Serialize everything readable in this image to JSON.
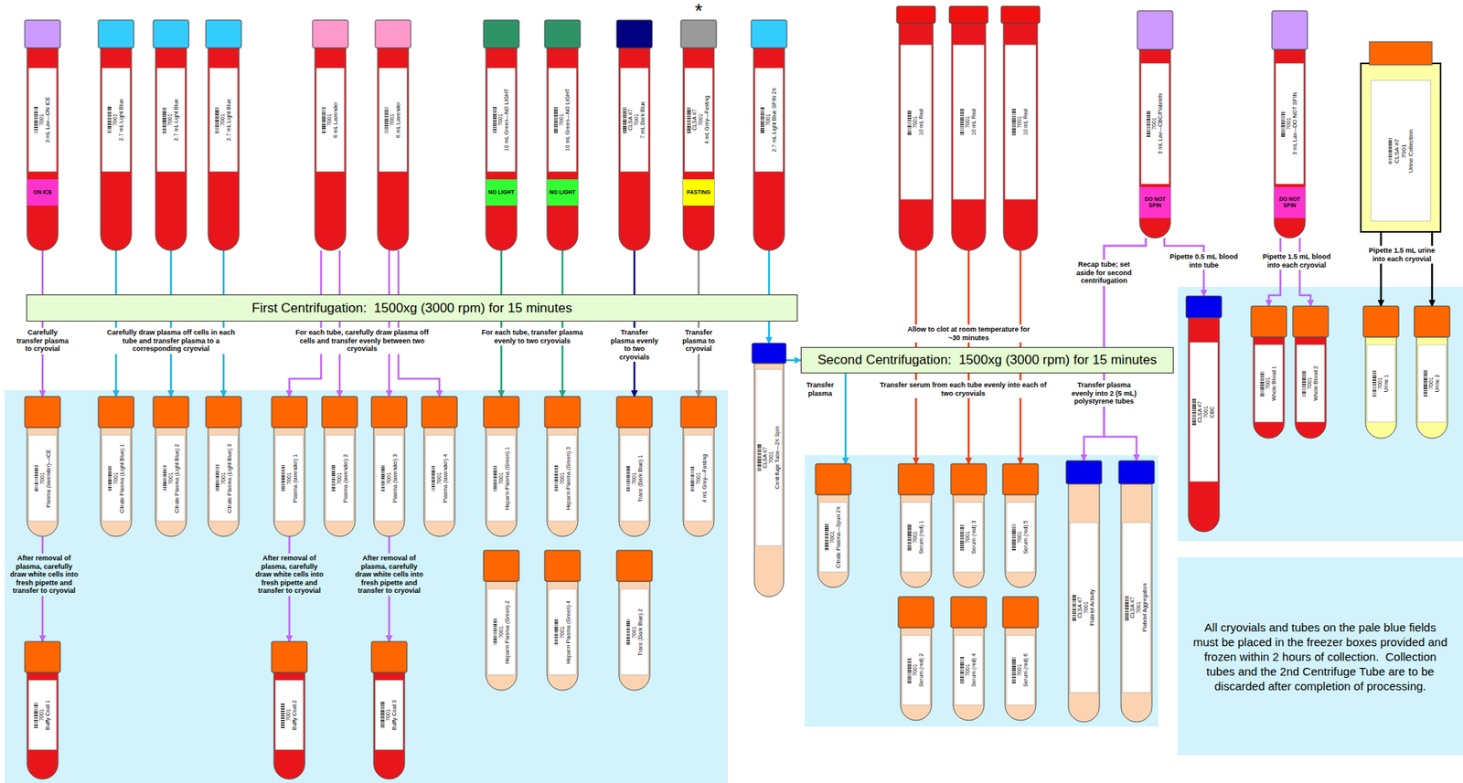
{
  "diagram": {
    "nodes": [
      {
        "text": [
          "7001",
          "3 mL Lav—ON ICE",
          "ON ICE"
        ]
      },
      {
        "text": [
          "7001",
          "2.7 mL Light Blue"
        ]
      },
      {
        "text": [
          "7001",
          "2.7 mL Light Blue"
        ]
      },
      {
        "text": [
          "7001",
          "2.7 mL Light Blue"
        ]
      },
      {
        "text": [
          "7001",
          "6 mL Lavender"
        ]
      },
      {
        "text": [
          "7001",
          "6 mL Lavender"
        ]
      },
      {
        "text": [
          "7001",
          "10 mL Green—NO LIGHT",
          "NO LIGHT"
        ]
      },
      {
        "text": [
          "7001",
          "10 mL Green—NO LIGHT",
          "NO LIGHT"
        ]
      },
      {
        "text": [
          "CLSA #7",
          "7001",
          "7 mL Dark Blue"
        ]
      },
      {
        "text": [
          "CLSA #7",
          "7001",
          "4 mL Grey—Fasting",
          "FASTING"
        ]
      },
      {
        "text": [
          "7001",
          "2.7 mL Light Blue SPIN 2X"
        ]
      },
      {
        "text": [
          "7001",
          "10 mL Red"
        ]
      },
      {
        "text": [
          "7001",
          "10 mL Red"
        ]
      },
      {
        "text": [
          "7001",
          "10 mL Red"
        ]
      },
      {
        "text": [
          "7001",
          "3 mL Lav—CBC/Platelets",
          "DO NOT SPIN"
        ]
      },
      {
        "text": [
          "7001",
          "3 mL Lav—DO NOT SPIN",
          "DO NOT SPIN"
        ]
      },
      {
        "text": [
          "CLSA #7",
          "7001",
          "Urine Collection"
        ]
      },
      {
        "text": [
          "First Centrifugation:  1500xg (3000 rpm) for 15 minutes"
        ]
      },
      {
        "text": [
          "CLSA #7",
          "7001",
          "Centrifuge Tube—2X Spin"
        ]
      },
      {
        "text": [
          "Second Centrifugation:  1500xg (3000 rpm) for 15 minutes"
        ]
      },
      {
        "text": [
          "7001",
          "Plasma (lavender)—ICE"
        ]
      },
      {
        "text": [
          "7001",
          "Citrate Plasma (Light Blue) 1"
        ]
      },
      {
        "text": [
          "7001",
          "Citrate Plasma (Light Blue) 2"
        ]
      },
      {
        "text": [
          "7001",
          "Citrate Plasma (Light Blue) 3"
        ]
      },
      {
        "text": [
          "7001",
          "Plasma (lavender) 1"
        ]
      },
      {
        "text": [
          "7001",
          "Plasma (lavender) 2"
        ]
      },
      {
        "text": [
          "7001",
          "Plasma (lavender) 3"
        ]
      },
      {
        "text": [
          "7001",
          "Plasma (lavender) 4"
        ]
      },
      {
        "text": [
          "7001",
          "Heparin Plasma (Green) 1"
        ]
      },
      {
        "text": [
          "7001",
          "Heparin Plasma (Green) 3"
        ]
      },
      {
        "text": [
          "7001",
          "Trace (Dark Blue) 1"
        ]
      },
      {
        "text": [
          "7001",
          "4 mL Grey—Fasting"
        ]
      },
      {
        "text": [
          "7001",
          "Heparin Plasma (Green) 2"
        ]
      },
      {
        "text": [
          "7001",
          "Heparin Plasma (Green) 4"
        ]
      },
      {
        "text": [
          "7001",
          "Trace (Dark Blue) 2"
        ]
      },
      {
        "text": [
          "7001",
          "Buffy Coat 1"
        ]
      },
      {
        "text": [
          "7001",
          "Buffy Coat 2"
        ]
      },
      {
        "text": [
          "7001",
          "Buffy Coat 3"
        ]
      },
      {
        "text": [
          "7001",
          "Citrate Plasma—Spun 2X"
        ]
      },
      {
        "text": [
          "7001",
          "Serum (red) 1"
        ]
      },
      {
        "text": [
          "7001",
          "Serum (red) 3"
        ]
      },
      {
        "text": [
          "7001",
          "Serum (red) 5"
        ]
      },
      {
        "text": [
          "CLSA #7",
          "7001",
          "Platelet Activity"
        ]
      },
      {
        "text": [
          "CLSA #7",
          "7001",
          "Platelet Aggregation"
        ]
      },
      {
        "text": [
          "7001",
          "Serum (red) 2"
        ]
      },
      {
        "text": [
          "7001",
          "Serum (red) 4"
        ]
      },
      {
        "text": [
          "7001",
          "Serum (red) 6"
        ]
      },
      {
        "text": [
          "CLSA #7",
          "7001",
          "CBC"
        ]
      },
      {
        "text": [
          "7001",
          "Whole Blood 1"
        ]
      },
      {
        "text": [
          "7001",
          "Whole Blood 2"
        ]
      },
      {
        "text": [
          "7001",
          "Urine 1"
        ]
      },
      {
        "text": [
          "7001",
          "Urine 2"
        ]
      },
      {
        "text": [
          "All cryovials and tubes on the pale blue fields must be placed in the freezer boxes provided and frozen within 2 hours of collection.  Collection tubes and the 2nd Centrifuge Tube are to be discarded after completion of processing."
        ]
      }
    ],
    "edges": [
      {
        "from": 0,
        "to": 20,
        "arrow": "to"
      },
      {
        "from": 1,
        "to": 21,
        "arrow": "to"
      },
      {
        "from": 2,
        "to": 22,
        "arrow": "to"
      },
      {
        "from": 3,
        "to": 23,
        "arrow": "to"
      },
      {
        "from": 4,
        "to": 24,
        "arrow": "to"
      },
      {
        "from": 4,
        "to": 25,
        "arrow": "to"
      },
      {
        "from": 5,
        "to": 26,
        "arrow": "to"
      },
      {
        "from": 5,
        "to": 27,
        "arrow": "to"
      },
      {
        "from": 6,
        "to": 28,
        "arrow": "to"
      },
      {
        "from": 7,
        "to": 29,
        "arrow": "to"
      },
      {
        "from": 8,
        "to": 30,
        "arrow": "to"
      },
      {
        "from": 9,
        "to": 31,
        "arrow": "to"
      },
      {
        "from": 10,
        "to": 18,
        "arrow": "to"
      },
      {
        "from": 20,
        "to": 35,
        "arrow": "to"
      },
      {
        "from": 24,
        "to": 36,
        "arrow": "to"
      },
      {
        "from": 26,
        "to": 37,
        "arrow": "to"
      },
      {
        "from": 18,
        "to": 19,
        "arrow": "to"
      },
      {
        "from": 19,
        "to": 38,
        "arrow": "to"
      },
      {
        "from": 11,
        "to": 39,
        "arrow": "to"
      },
      {
        "from": 12,
        "to": 40,
        "arrow": "to"
      },
      {
        "from": 13,
        "to": 41,
        "arrow": "to"
      },
      {
        "from": 14,
        "to": 47,
        "arrow": "to"
      },
      {
        "from": 14,
        "to": 42,
        "arrow": "to"
      },
      {
        "from": 14,
        "to": 43,
        "arrow": "to"
      },
      {
        "from": 15,
        "to": 48,
        "arrow": "to"
      },
      {
        "from": 15,
        "to": 49,
        "arrow": "to"
      },
      {
        "from": 16,
        "to": 50,
        "arrow": "to"
      },
      {
        "from": 16,
        "to": 51,
        "arrow": "to"
      }
    ],
    "labels": [
      "*",
      "Carefully transfer plasma to cryovial",
      "Carefully draw plasma off cells in each tube and transfer plasma to a corresponding cryovial",
      "For each tube, carefully draw plasma off cells and transfer evenly between two cryovials",
      "For each tube, transfer plasma evenly to two cryovials",
      "Transfer plasma evenly to two cryovials",
      "Transfer plasma to cryovial",
      "Allow to clot at room temperature for ~30 minutes",
      "Recap tube; set aside for second centrifugation",
      "Pipette 0.5 mL blood into tube",
      "Pipette 1.5 mL blood into each cryovial",
      "Pipette 1.5 mL urine into each cryovial",
      "After removal of plasma, carefully draw white cells into fresh pipette and transfer to cryovial",
      "After removal of plasma, carefully draw white cells into fresh pipette and transfer to cryovial",
      "After removal of plasma, carefully draw white cells into fresh pipette and transfer to cryovial",
      "Transfer plasma",
      "Transfer serum from each tube evenly into each of two cryovials",
      "Transfer plasma evenly into 2 (5 mL) polystyrene tubes"
    ]
  }
}
